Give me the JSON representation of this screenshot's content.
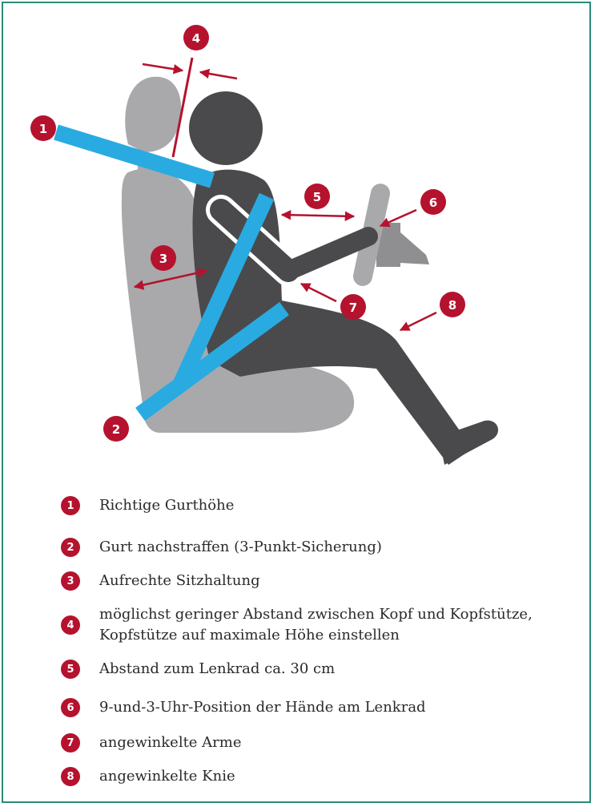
{
  "colors": {
    "accent_red": "#b5122e",
    "belt_blue": "#29abe2",
    "seat_gray": "#a9a9ab",
    "body_dark": "#4a4a4d",
    "frame_green": "#2b8a7a"
  },
  "markers": [
    {
      "number": "1"
    },
    {
      "number": "2"
    },
    {
      "number": "3"
    },
    {
      "number": "4"
    },
    {
      "number": "5"
    },
    {
      "number": "6"
    },
    {
      "number": "7"
    },
    {
      "number": "8"
    }
  ],
  "legend": [
    {
      "number": "1",
      "text": "Richtige Gurthöhe"
    },
    {
      "number": "2",
      "text": "Gurt nachstraffen (3-Punkt-Sicherung)"
    },
    {
      "number": "3",
      "text": "Aufrechte Sitzhaltung"
    },
    {
      "number": "4",
      "text": "möglichst geringer Abstand zwischen Kopf und Kopfstütze,",
      "text2": "Kopfstütze auf maximale Höhe einstellen"
    },
    {
      "number": "5",
      "text": "Abstand zum Lenkrad ca. 30 cm"
    },
    {
      "number": "6",
      "text": "9-und-3-Uhr-Position der Hände am Lenkrad"
    },
    {
      "number": "7",
      "text": "angewinkelte Arme"
    },
    {
      "number": "8",
      "text": "angewinkelte Knie"
    }
  ]
}
